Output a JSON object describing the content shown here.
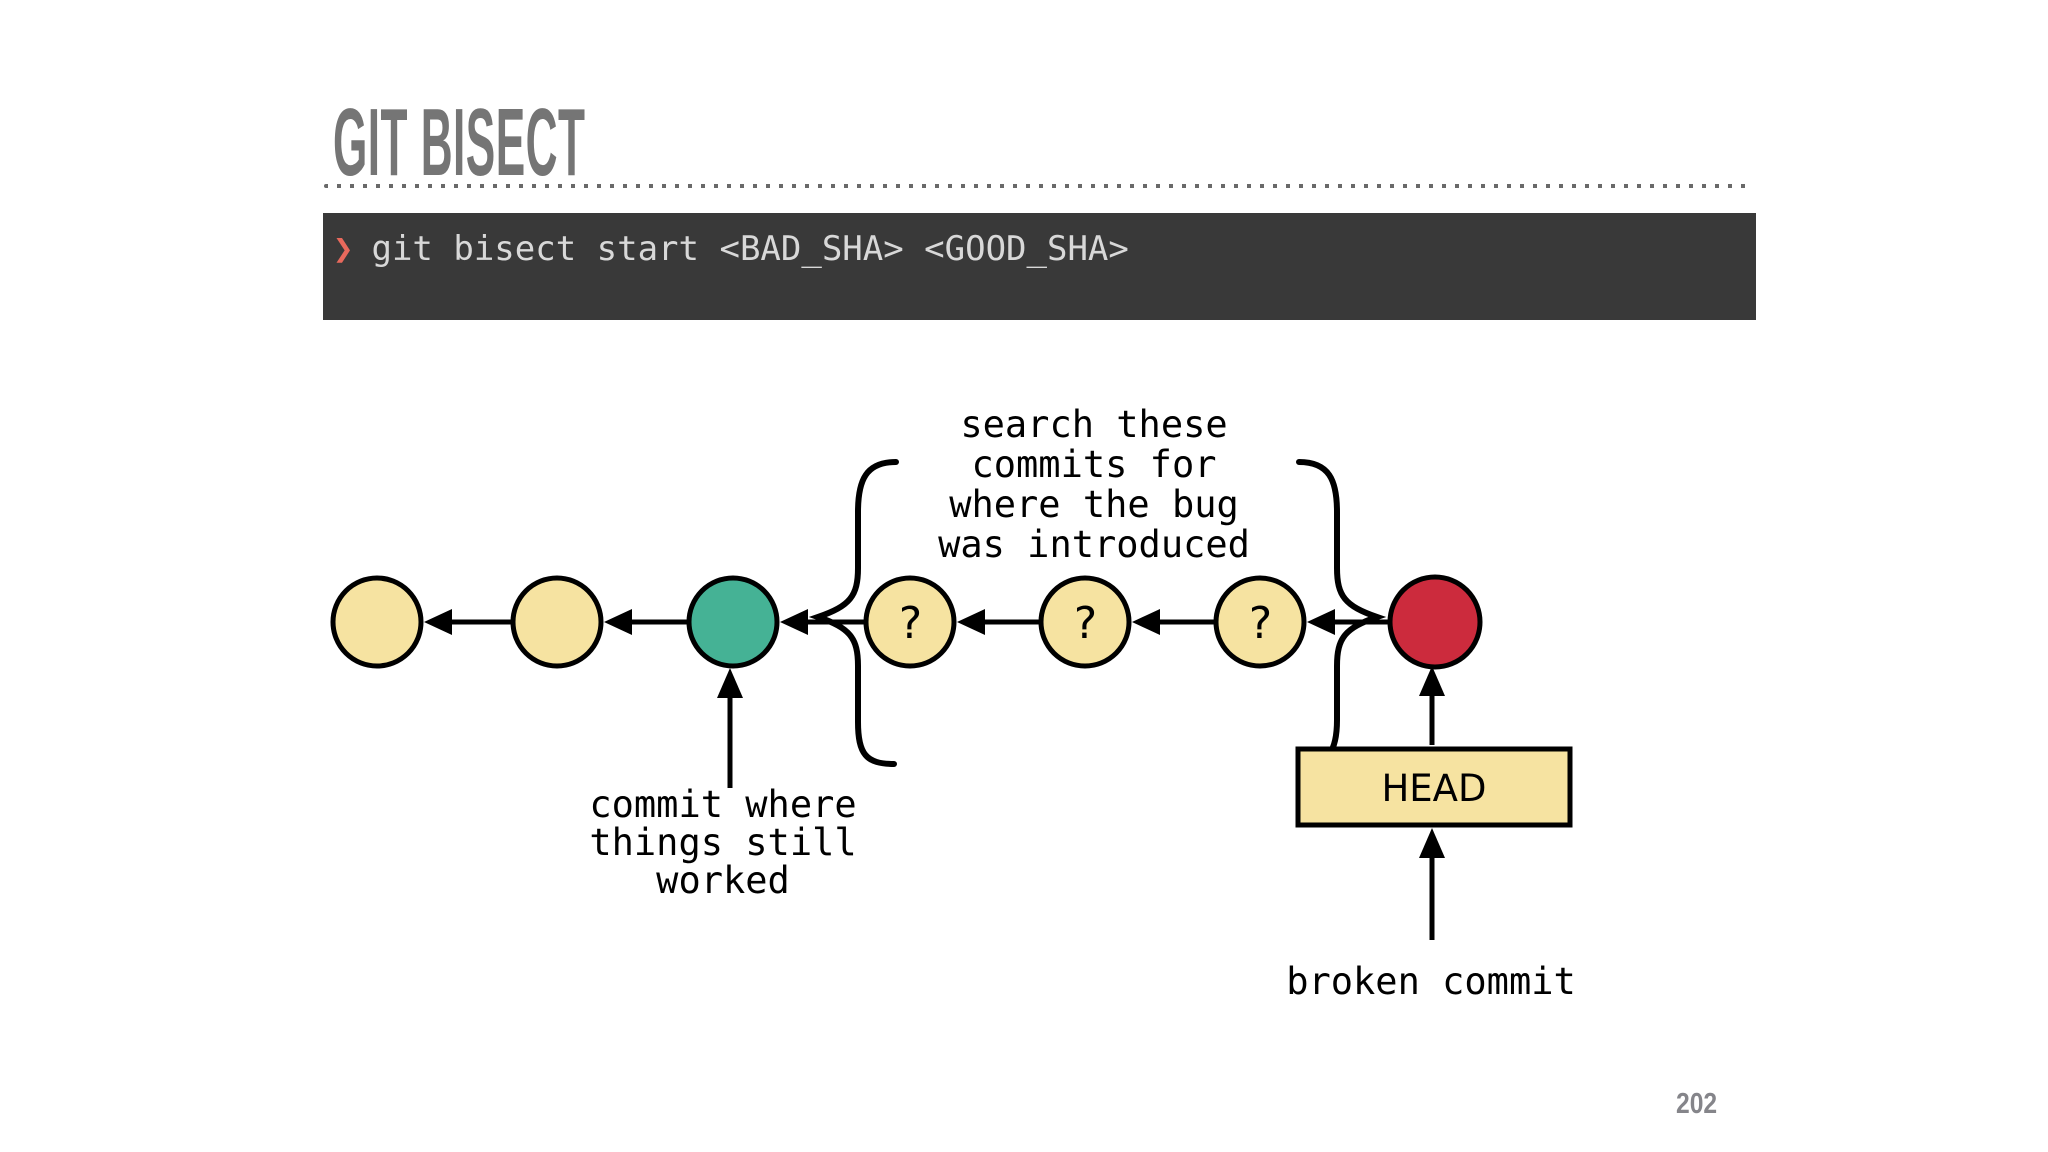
{
  "slide": {
    "title": "GIT BISECT",
    "page_number": "202"
  },
  "terminal": {
    "prompt": "❯",
    "command": "git bisect start <BAD_SHA> <GOOD_SHA>"
  },
  "diagram": {
    "head_label": "HEAD",
    "labels": {
      "search_commits": "search these\ncommits for\nwhere the bug\nwas introduced",
      "working_commit": "commit where\nthings still\nworked",
      "broken_commit": "broken commit"
    },
    "commits": [
      {
        "name": "old-commit-1",
        "color": "#F6E3A1",
        "mark": ""
      },
      {
        "name": "old-commit-2",
        "color": "#F6E3A1",
        "mark": ""
      },
      {
        "name": "last-good-commit",
        "color": "#45B295",
        "mark": ""
      },
      {
        "name": "unknown-commit-1",
        "color": "#F6E3A1",
        "mark": "?"
      },
      {
        "name": "unknown-commit-2",
        "color": "#F6E3A1",
        "mark": "?"
      },
      {
        "name": "unknown-commit-3",
        "color": "#F6E3A1",
        "mark": "?"
      },
      {
        "name": "broken-commit",
        "color": "#CC2B3D",
        "mark": ""
      }
    ],
    "colors": {
      "outline": "#000000",
      "head_box_fill": "#F6E3A1",
      "terminal_background": "#393939",
      "prompt_accent": "#E8695C",
      "title_gray": "#757575"
    }
  }
}
